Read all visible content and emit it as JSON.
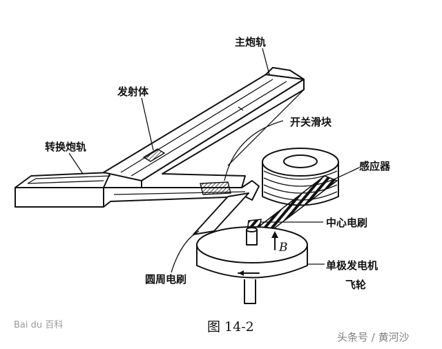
{
  "labels": {
    "main_rail": "主炮轨",
    "projectile": "发射体",
    "switch_slider": "开关滑块",
    "transfer_rail": "转换炮轨",
    "inductor": "感应器",
    "center_brush": "中心电刷",
    "field_symbol": "B",
    "peripheral_brush": "圆周电刷",
    "homopolar_generator": "单极发电机",
    "flywheel": "飞轮"
  },
  "caption": "图  14-2",
  "watermarks": {
    "left": "Bai du 百科",
    "right": "头条号 / 黄河沙"
  }
}
